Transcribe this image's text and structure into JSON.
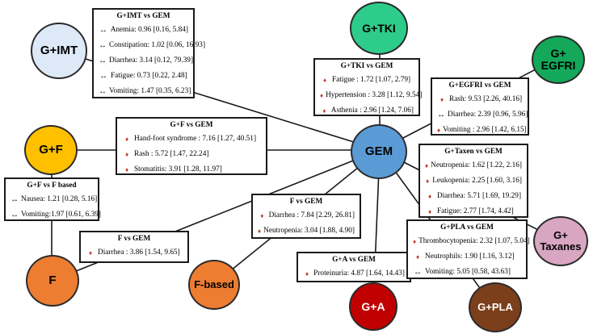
{
  "colors": {
    "line": "#1a1a1a",
    "increase_marker": "#c0392b"
  },
  "nodes": {
    "gem": {
      "label": "GEM",
      "color": "#5b9bd5"
    },
    "g_imt": {
      "label": "G+IMT",
      "color": "#dde9f7"
    },
    "g_tki": {
      "label": "G+TKI",
      "color": "#2ecc8a"
    },
    "g_egfri": {
      "label": "G+\nEGFRI",
      "color": "#14a85a"
    },
    "g_f": {
      "label": "G+F",
      "color": "#ffc000"
    },
    "g_taxanes": {
      "label": "G+\nTaxanes",
      "color": "#d9a6c2"
    },
    "f": {
      "label": "F",
      "color": "#ed7d31"
    },
    "f_based": {
      "label": "F-based",
      "color": "#ed7d31"
    },
    "g_a": {
      "label": "G+A",
      "color": "#c00000"
    },
    "g_pla": {
      "label": "G+PLA",
      "color": "#7b3f1b"
    }
  },
  "markers": {
    "increase": "♦",
    "no_difference": "↔"
  },
  "boxes": {
    "g_imt_vs_gem": {
      "title": "G+IMT vs GEM",
      "rows": [
        {
          "marker": "no_difference",
          "text": "Anemia: 0.96 [0.16, 5.84]"
        },
        {
          "marker": "no_difference",
          "text": "Constipation: 1.02 [0.06, 16.93]"
        },
        {
          "marker": "no_difference",
          "text": "Diarrhea: 3.14 [0.12, 79.39]"
        },
        {
          "marker": "no_difference",
          "text": "Fatigue: 0.73 [0.22, 2.48]"
        },
        {
          "marker": "no_difference",
          "text": "Vomiting: 1.47 [0.35, 6.23]"
        }
      ]
    },
    "g_tki_vs_gem": {
      "title": "G+TKI vs GEM",
      "rows": [
        {
          "marker": "increase",
          "text": "Fatigue : 1.72 [1.07, 2.79]"
        },
        {
          "marker": "increase",
          "text": "Hypertension : 3.28 [1.12, 9.54]"
        },
        {
          "marker": "increase",
          "text": "Asthenia : 2.96 [1.24, 7.06]"
        }
      ]
    },
    "g_egfri_vs_gem": {
      "title": "G+EGFRI vs GEM",
      "rows": [
        {
          "marker": "increase",
          "text": "Rash:  9.53 [2.26, 40.16]"
        },
        {
          "marker": "no_difference",
          "text": "Diarrhea:  2.39 [0.96, 5.96]"
        },
        {
          "marker": "increase",
          "text": "Vomiting :  2.96 [1.42, 6.15]"
        }
      ]
    },
    "g_f_vs_gem": {
      "title": "G+F  vs  GEM",
      "rows": [
        {
          "marker": "increase",
          "text": "Hand-foot syndrome : 7.16 [1.27, 40.51]"
        },
        {
          "marker": "increase",
          "text": "Rash : 5.72 [1.47, 22.24]"
        },
        {
          "marker": "increase",
          "text": "Stomatitis: 3.91 [1.28, 11.97]"
        }
      ]
    },
    "g_taxen_vs_gem": {
      "title": "G+Taxen vs GEM",
      "rows": [
        {
          "marker": "increase",
          "text": "Neutropenia: 1.62 [1.22, 2.16]"
        },
        {
          "marker": "increase",
          "text": "Leukopenia: 2.25 [1.60, 3.16]"
        },
        {
          "marker": "increase",
          "text": "Diarrhea: 5.71 [1.69, 19.29]"
        },
        {
          "marker": "increase",
          "text": "Fatigue: 2.77 [1.74, 4.42]"
        }
      ]
    },
    "g_f_vs_f_based": {
      "title": "G+F vs F based",
      "rows": [
        {
          "marker": "no_difference",
          "text": "Nausea: 1.21 [0.28, 5.16]"
        },
        {
          "marker": "no_difference",
          "text": "Vomiting:1.97 [0.61, 6.39]"
        }
      ]
    },
    "f_vs_gem_fbased": {
      "title": "F  vs  GEM",
      "rows": [
        {
          "marker": "increase",
          "text": "Diarrhea : 7.84 [2.29, 26.81]"
        },
        {
          "marker": "increase",
          "text": "Neutropenia:  3.04 [1.88, 4.90]"
        }
      ]
    },
    "f_vs_gem": {
      "title": "F  vs  GEM",
      "rows": [
        {
          "marker": "increase",
          "text": "Diarrhea : 3.86 [1.54, 9.65]"
        }
      ]
    },
    "g_a_vs_gem": {
      "title": "G+A  vs  GEM",
      "rows": [
        {
          "marker": "increase",
          "text": "Proteinuria:  4.87 [1.64, 14.43]"
        }
      ]
    },
    "g_pla_vs_gem": {
      "title": "G+PLA  vs  GEM",
      "rows": [
        {
          "marker": "increase",
          "text": "Thrombocytopenia: 2.32 [1.07, 5.04]"
        },
        {
          "marker": "increase",
          "text": "Neutrophils: 1.90 [1.16, 3.12]"
        },
        {
          "marker": "no_difference",
          "text": "Vomiting: 5.05 [0.58, 43.63]"
        }
      ]
    }
  }
}
